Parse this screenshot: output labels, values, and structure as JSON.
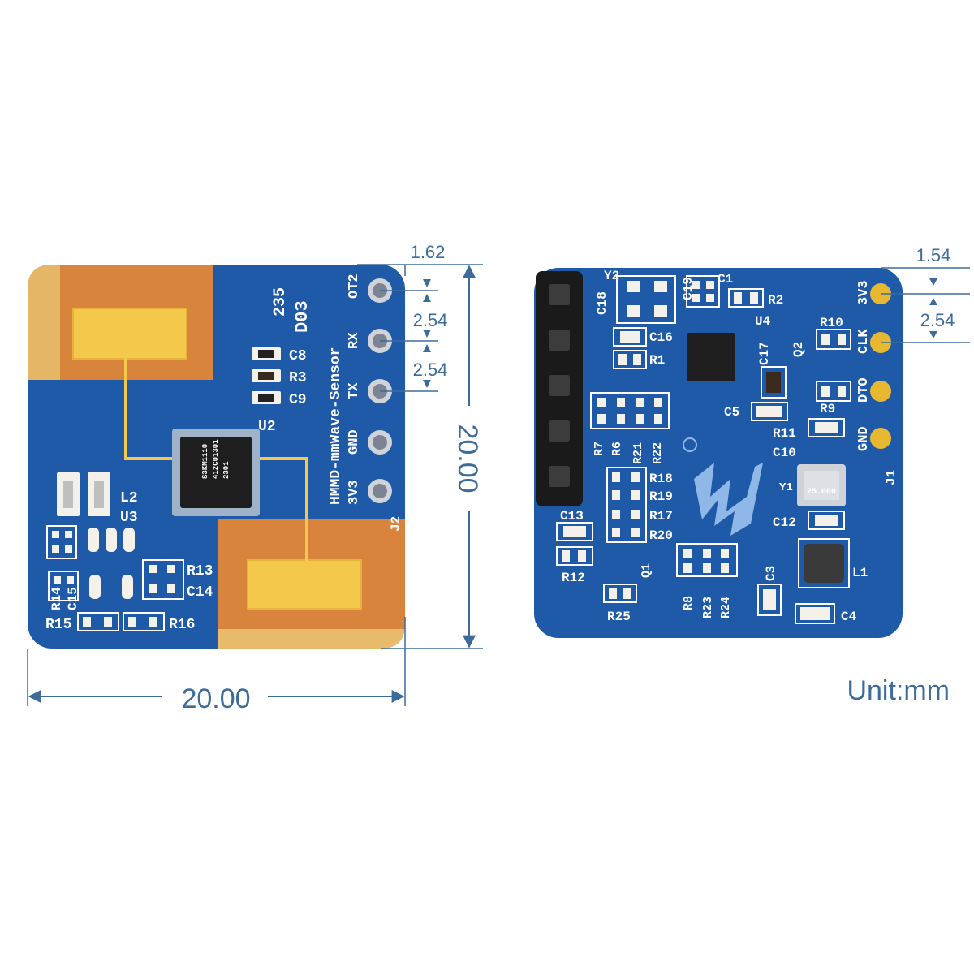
{
  "unit_label": "Unit:mm",
  "dimensions": {
    "width": "20.00",
    "height": "20.00",
    "front_edge": "1.62",
    "front_pitch_1": "2.54",
    "front_pitch_2": "2.54",
    "back_edge": "1.54",
    "back_pitch": "2.54"
  },
  "front_board": {
    "title": "HMMD-mmWave-Sensor",
    "code_top": "235",
    "code": "D03",
    "chip_marking_1": "S3KM1110",
    "chip_marking_2": "412C01301",
    "chip_marking_3": "2301",
    "header": "J2",
    "pins": [
      "OT2",
      "RX",
      "TX",
      "GND",
      "3V3"
    ],
    "labels": {
      "c8": "C8",
      "r3": "R3",
      "c9": "C9",
      "u2": "U2",
      "l2": "L2",
      "u3": "U3",
      "r13": "R13",
      "c14": "C14",
      "r14": "R14",
      "c15": "C15",
      "r15": "R15",
      "r16": "R16"
    },
    "colors": {
      "pcb": "#1f5aa8",
      "antenna_area": "#d9843c",
      "antenna_patch": "#f4c84a",
      "chip": "#1e1e1e"
    }
  },
  "back_board": {
    "header": "J1",
    "pins": [
      "3V3",
      "CLK",
      "DTO",
      "GND"
    ],
    "crystal_marking": "25.000",
    "labels": {
      "c18": "C18",
      "y2": "Y2",
      "c19": "C19",
      "c1": "C1",
      "r2": "R2",
      "u4": "U4",
      "c16": "C16",
      "r1": "R1",
      "c17": "C17",
      "q2": "Q2",
      "r10": "R10",
      "r9": "R9",
      "c5": "C5",
      "r11": "R11",
      "c10": "C10",
      "y1": "Y1",
      "c12": "C12",
      "l1": "L1",
      "c3": "C3",
      "c4": "C4",
      "c13": "C13",
      "r7": "R7",
      "r6": "R6",
      "r21": "R21",
      "r22": "R22",
      "r18": "R18",
      "r19": "R19",
      "r17": "R17",
      "r20": "R20",
      "r12": "R12",
      "q1": "Q1",
      "r25": "R25",
      "r8": "R8",
      "r23": "R23",
      "r24": "R24"
    },
    "colors": {
      "pcb": "#1f5aa8",
      "pin_header": "#1a1a1a",
      "logo": "#8fb7e8"
    }
  }
}
